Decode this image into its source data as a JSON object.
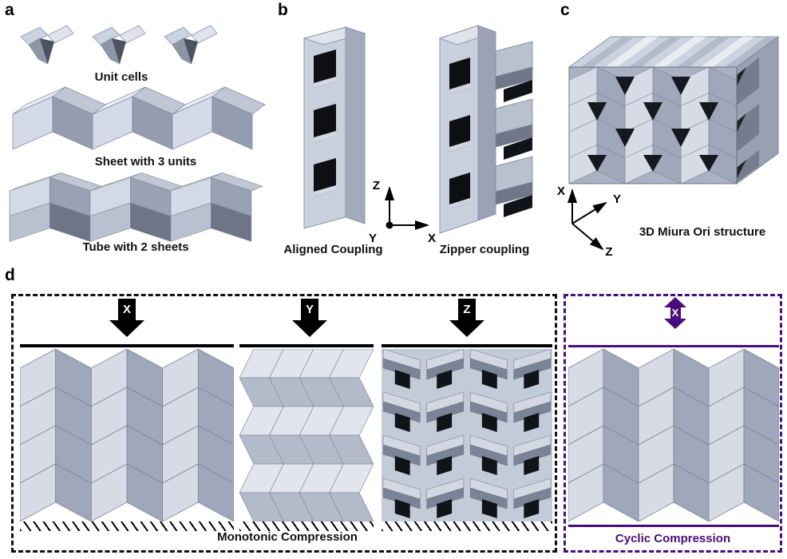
{
  "figure": {
    "panel_a": {
      "label": "a",
      "caption_unit_cells": "Unit cells",
      "caption_sheet": "Sheet with 3 units",
      "caption_tube": "Tube with 2 sheets"
    },
    "panel_b": {
      "label": "b",
      "caption_aligned": "Aligned Coupling",
      "caption_zipper": "Zipper coupling",
      "axes": {
        "x": "X",
        "y": "Y",
        "z": "Z"
      }
    },
    "panel_c": {
      "label": "c",
      "caption": "3D Miura Ori structure",
      "axes": {
        "x": "X",
        "y": "Y",
        "z": "Z"
      }
    },
    "panel_d": {
      "label": "d",
      "load_arrows": {
        "x": "X",
        "y": "Y",
        "z": "Z"
      },
      "caption_monotonic": "Monotonic Compression",
      "cyclic": {
        "arrow_label": "X",
        "caption": "Cyclic Compression"
      }
    },
    "colors": {
      "accent_purple": "#4a0d7d",
      "facet_light": "#d7dbe6",
      "facet_mid": "#9fa8bb",
      "facet_dark": "#6e7587",
      "pocket_black": "#15181e"
    }
  }
}
